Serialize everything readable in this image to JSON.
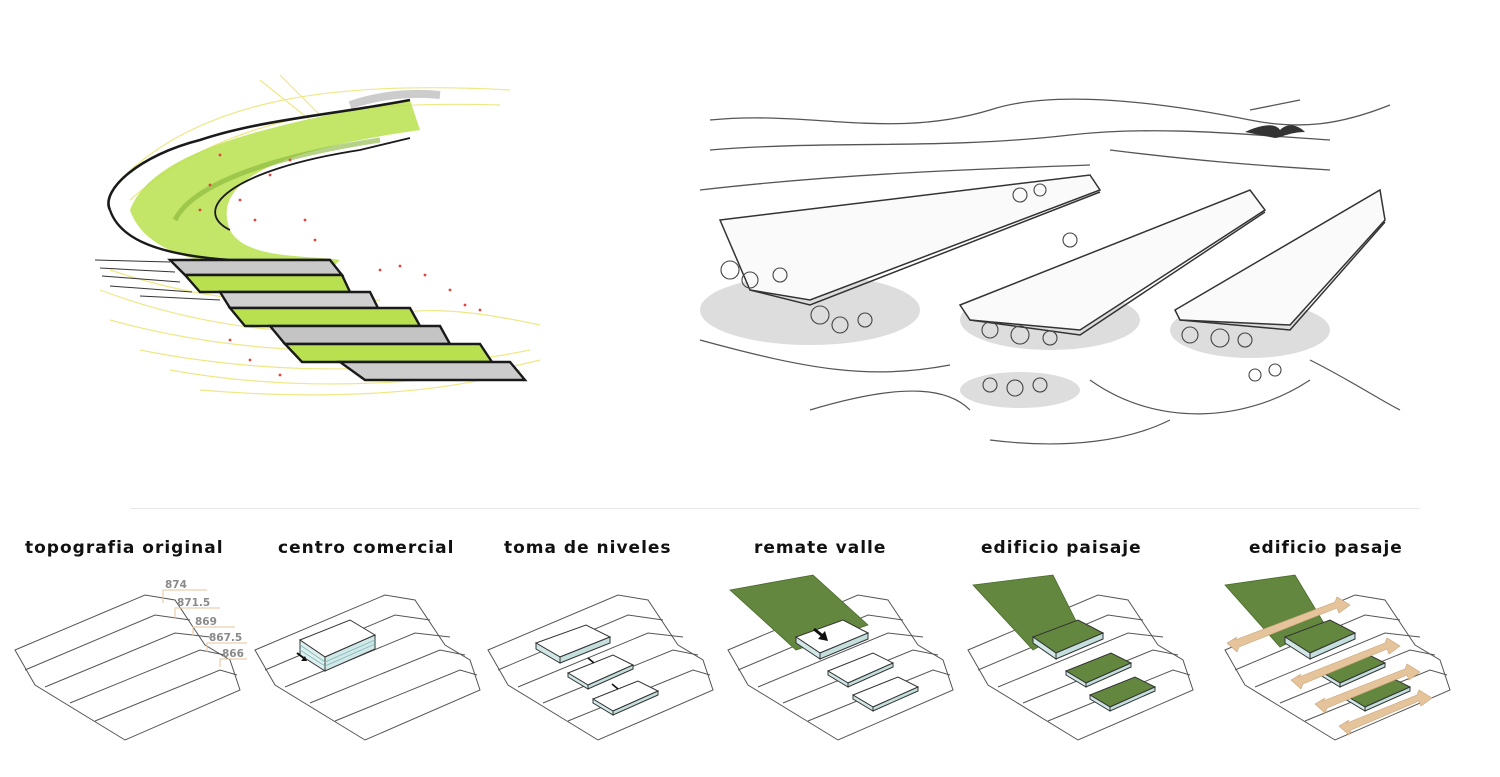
{
  "steps": [
    {
      "title": "topografia original",
      "elevations": [
        "874",
        "871.5",
        "869",
        "867.5",
        "866"
      ]
    },
    {
      "title": "centro comercial"
    },
    {
      "title": "toma de niveles"
    },
    {
      "title": "remate valle"
    },
    {
      "title": "edificio paisaje"
    },
    {
      "title": "edificio pasaje"
    }
  ],
  "colors": {
    "green_fill": "#63873e",
    "light_green_sketch": "#b9e04e",
    "yellow_sketch": "#ece67a",
    "pasaje_arrow": "#e5c49b",
    "red_marks": "#e0443c",
    "line": "#333333"
  }
}
